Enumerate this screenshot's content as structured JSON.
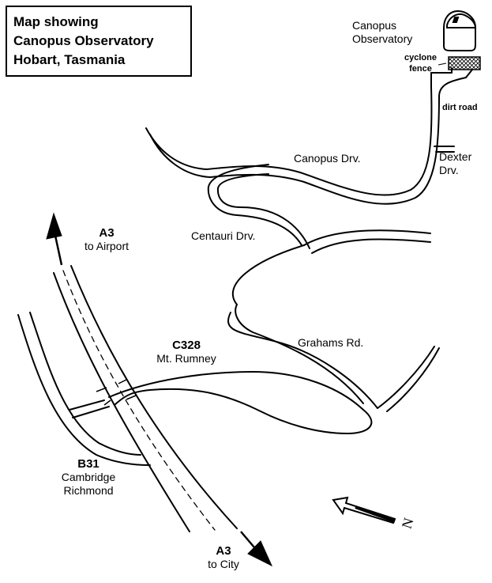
{
  "title": {
    "lines": [
      "Map showing",
      "Canopus Observatory",
      "Hobart, Tasmania"
    ]
  },
  "labels": {
    "observatory": [
      "Canopus",
      "Observatory"
    ],
    "cyclone_fence": [
      "cyclone",
      "fence"
    ],
    "dirt_road": "dirt road",
    "dexter_drv": [
      "Dexter",
      "Drv."
    ],
    "canopus_drv": "Canopus Drv.",
    "centauri_drv": "Centauri Drv.",
    "grahams_rd": "Grahams Rd.",
    "a3_north": {
      "route": "A3",
      "dest": "to Airport"
    },
    "a3_south": {
      "route": "A3",
      "dest": "to City"
    },
    "c328": {
      "route": "C328",
      "dest": "Mt. Rumney"
    },
    "b31": {
      "route": "B31",
      "dest1": "Cambridge",
      "dest2": "Richmond"
    }
  },
  "north_arrow": {
    "letter": "N"
  },
  "colors": {
    "ink": "#000000",
    "paper": "#ffffff"
  }
}
